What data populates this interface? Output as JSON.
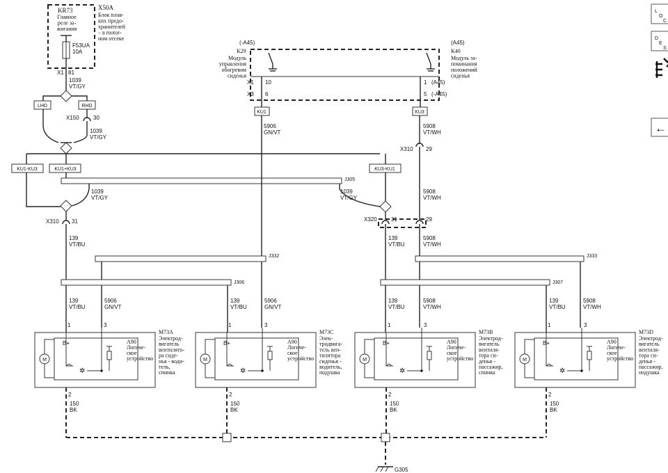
{
  "fuse_block": {
    "ref": "X50A",
    "desc": "Блок плав-\nких предо-\nхранителей\n– в motor-\nном отсеке",
    "relay_ref": "KR73",
    "relay_desc": "Главное\nреле за-\nжигания",
    "fuse_ref": "F53UA",
    "fuse_rating": "10A"
  },
  "modules": {
    "k29": {
      "ref": "K29",
      "opt": "(-A45)",
      "desc": "Модуль\nуправления\nобогревом\nсиденья"
    },
    "k40": {
      "ref": "K40",
      "opt": "(A45)",
      "desc": "Модуль за-\nпоминания\nположений\nсиденья"
    }
  },
  "connectors": {
    "x1_81": {
      "name": "X1",
      "pin": "81"
    },
    "x150": {
      "name": "X150",
      "pin": "30"
    },
    "x310_31": {
      "name": "X310",
      "pin": "31"
    },
    "x320_31": {
      "name": "X320",
      "pin": "31"
    },
    "x310_29": {
      "name": "X310",
      "pin": "29"
    },
    "x310_29b": {
      "pin": "29"
    },
    "k29_x1": {
      "name": "X1",
      "pin": "10"
    },
    "k29_x3": {
      "name": "X3",
      "pin": "6"
    },
    "k40_x1": {
      "pin": "1",
      "opt": "(A45)"
    },
    "k40_x3": {
      "pin": "5",
      "opt": "(-A45)"
    }
  },
  "option_boxes": {
    "lhd": "LHD",
    "rhd": "RHD",
    "ku1_ku3": "KU1-KU3",
    "ku1_plus_ku3": "KU1+KU3",
    "ku3_ku1": "KU3-KU1",
    "ku1": "KU1",
    "ku3": "KU3"
  },
  "splices": {
    "j305": "J305",
    "j332": "J332",
    "j306": "J306",
    "j333": "J333",
    "j307": "J307"
  },
  "wires": {
    "w1039_a": {
      "num": "1039",
      "color": "VT/GY"
    },
    "w1039_b": {
      "num": "1039",
      "color": "VT/GY"
    },
    "w1039_c": {
      "num": "1039",
      "color": "VT/GY"
    },
    "w1039_d": {
      "num": "1039",
      "color": "VT/GY"
    },
    "w5906_top": {
      "num": "5906",
      "color": "GN/VT"
    },
    "w5908_top": {
      "num": "5908",
      "color": "VT/WH"
    },
    "w5908_mid": {
      "num": "5908",
      "color": "VT/WH"
    },
    "w139_l": {
      "num": "139",
      "color": "VT/BU"
    },
    "w139_r": {
      "num": "139",
      "color": "VT/BU"
    },
    "w5908_r2": {
      "num": "5908",
      "color": "VT/WH"
    },
    "m1_139": {
      "num": "139",
      "color": "VT/BU"
    },
    "m1_5906": {
      "num": "5906",
      "color": "GN/VT"
    },
    "m2_139": {
      "num": "139",
      "color": "VT/BU"
    },
    "m2_5906": {
      "num": "5906",
      "color": "GN/VT"
    },
    "m3_139": {
      "num": "139",
      "color": "VT/BU"
    },
    "m3_5908": {
      "num": "5908",
      "color": "VT/WH"
    },
    "m4_139": {
      "num": "139",
      "color": "VT/BU"
    },
    "m4_5908": {
      "num": "5908",
      "color": "VT/WH"
    },
    "g1": {
      "num": "150",
      "color": "BK"
    },
    "g2": {
      "num": "150",
      "color": "BK"
    },
    "g3": {
      "num": "150",
      "color": "BK"
    },
    "g4": {
      "num": "150",
      "color": "BK"
    }
  },
  "motors": [
    {
      "ref": "M73A",
      "desc": "Электрод-\nвигатель\nвентилято-\nра сиде-\nнья - води-\nтель,\nспинка",
      "ctrl": "A90",
      "ctrl_desc": "Логиче-\nское\nустройство",
      "bplus": "B+",
      "pin_a": "1",
      "pin_b": "3",
      "pin_gnd": "2"
    },
    {
      "ref": "M73C",
      "desc": "Элек-\nтродвига-\nтель вен-\nтилятора\nсиденья -\nводитель,\nподушка",
      "ctrl": "A90",
      "ctrl_desc": "Логиче-\nское\nустройство",
      "bplus": "B+",
      "pin_a": "1",
      "pin_b": "3",
      "pin_gnd": "2"
    },
    {
      "ref": "M73B",
      "desc": "Электрод-\nвигатель\nвентиля-\nтора си-\nденья -\nпассажир,\nспинка",
      "ctrl": "A90",
      "ctrl_desc": "Логиче-\nское\nустройство",
      "bplus": "B+",
      "pin_a": "1",
      "pin_b": "3",
      "pin_gnd": "2"
    },
    {
      "ref": "M73D",
      "desc": "Электрод-\nвигатель\nвентиля-\nтора си-\nденья -\nпассажир,\nподушка",
      "ctrl": "A90",
      "ctrl_desc": "Логиче-\nское\nустройство",
      "bplus": "B+",
      "pin_a": "1",
      "pin_b": "3",
      "pin_gnd": "2"
    }
  ],
  "motor_symbol": "M",
  "ground": {
    "ref": "G305"
  },
  "side_icons": {
    "loc_letters": [
      "L",
      "O",
      "C"
    ],
    "desc_letters": [
      "D",
      "E",
      "S"
    ],
    "connector_icon": "connector-icon",
    "back_icon": "back-arrow-icon",
    "back_glyph": "←"
  }
}
